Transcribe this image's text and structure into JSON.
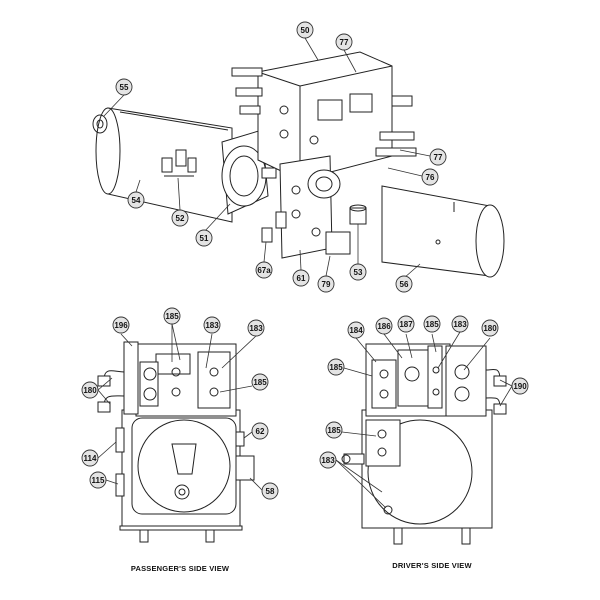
{
  "callouts_top": [
    "50",
    "77",
    "55",
    "77",
    "76",
    "54",
    "52",
    "51",
    "67a",
    "61",
    "79",
    "53",
    "56"
  ],
  "callouts_passenger": [
    "196",
    "185",
    "183",
    "183",
    "180",
    "185",
    "62",
    "114",
    "115",
    "58"
  ],
  "callouts_driver": [
    "184",
    "186",
    "187",
    "185",
    "183",
    "180",
    "185",
    "190",
    "185",
    "183"
  ],
  "captions": {
    "passenger": "PASSENGER'S SIDE VIEW",
    "driver": "DRIVER'S SIDE VIEW"
  }
}
